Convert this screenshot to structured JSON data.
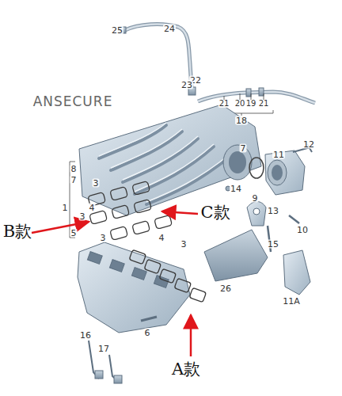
{
  "diagram": {
    "labels": [
      "25",
      "24",
      "22",
      "23",
      "21",
      "20",
      "19",
      "21",
      "18",
      "ANSECURE",
      "7",
      "11",
      "12",
      "8",
      "7",
      "3",
      "1",
      "4",
      "3",
      "B款",
      "C款",
      "4",
      "5",
      "3",
      "3",
      "14",
      "9",
      "13",
      "10",
      "15",
      "26",
      "11A",
      "6",
      "A款",
      "16",
      "17"
    ]
  }
}
